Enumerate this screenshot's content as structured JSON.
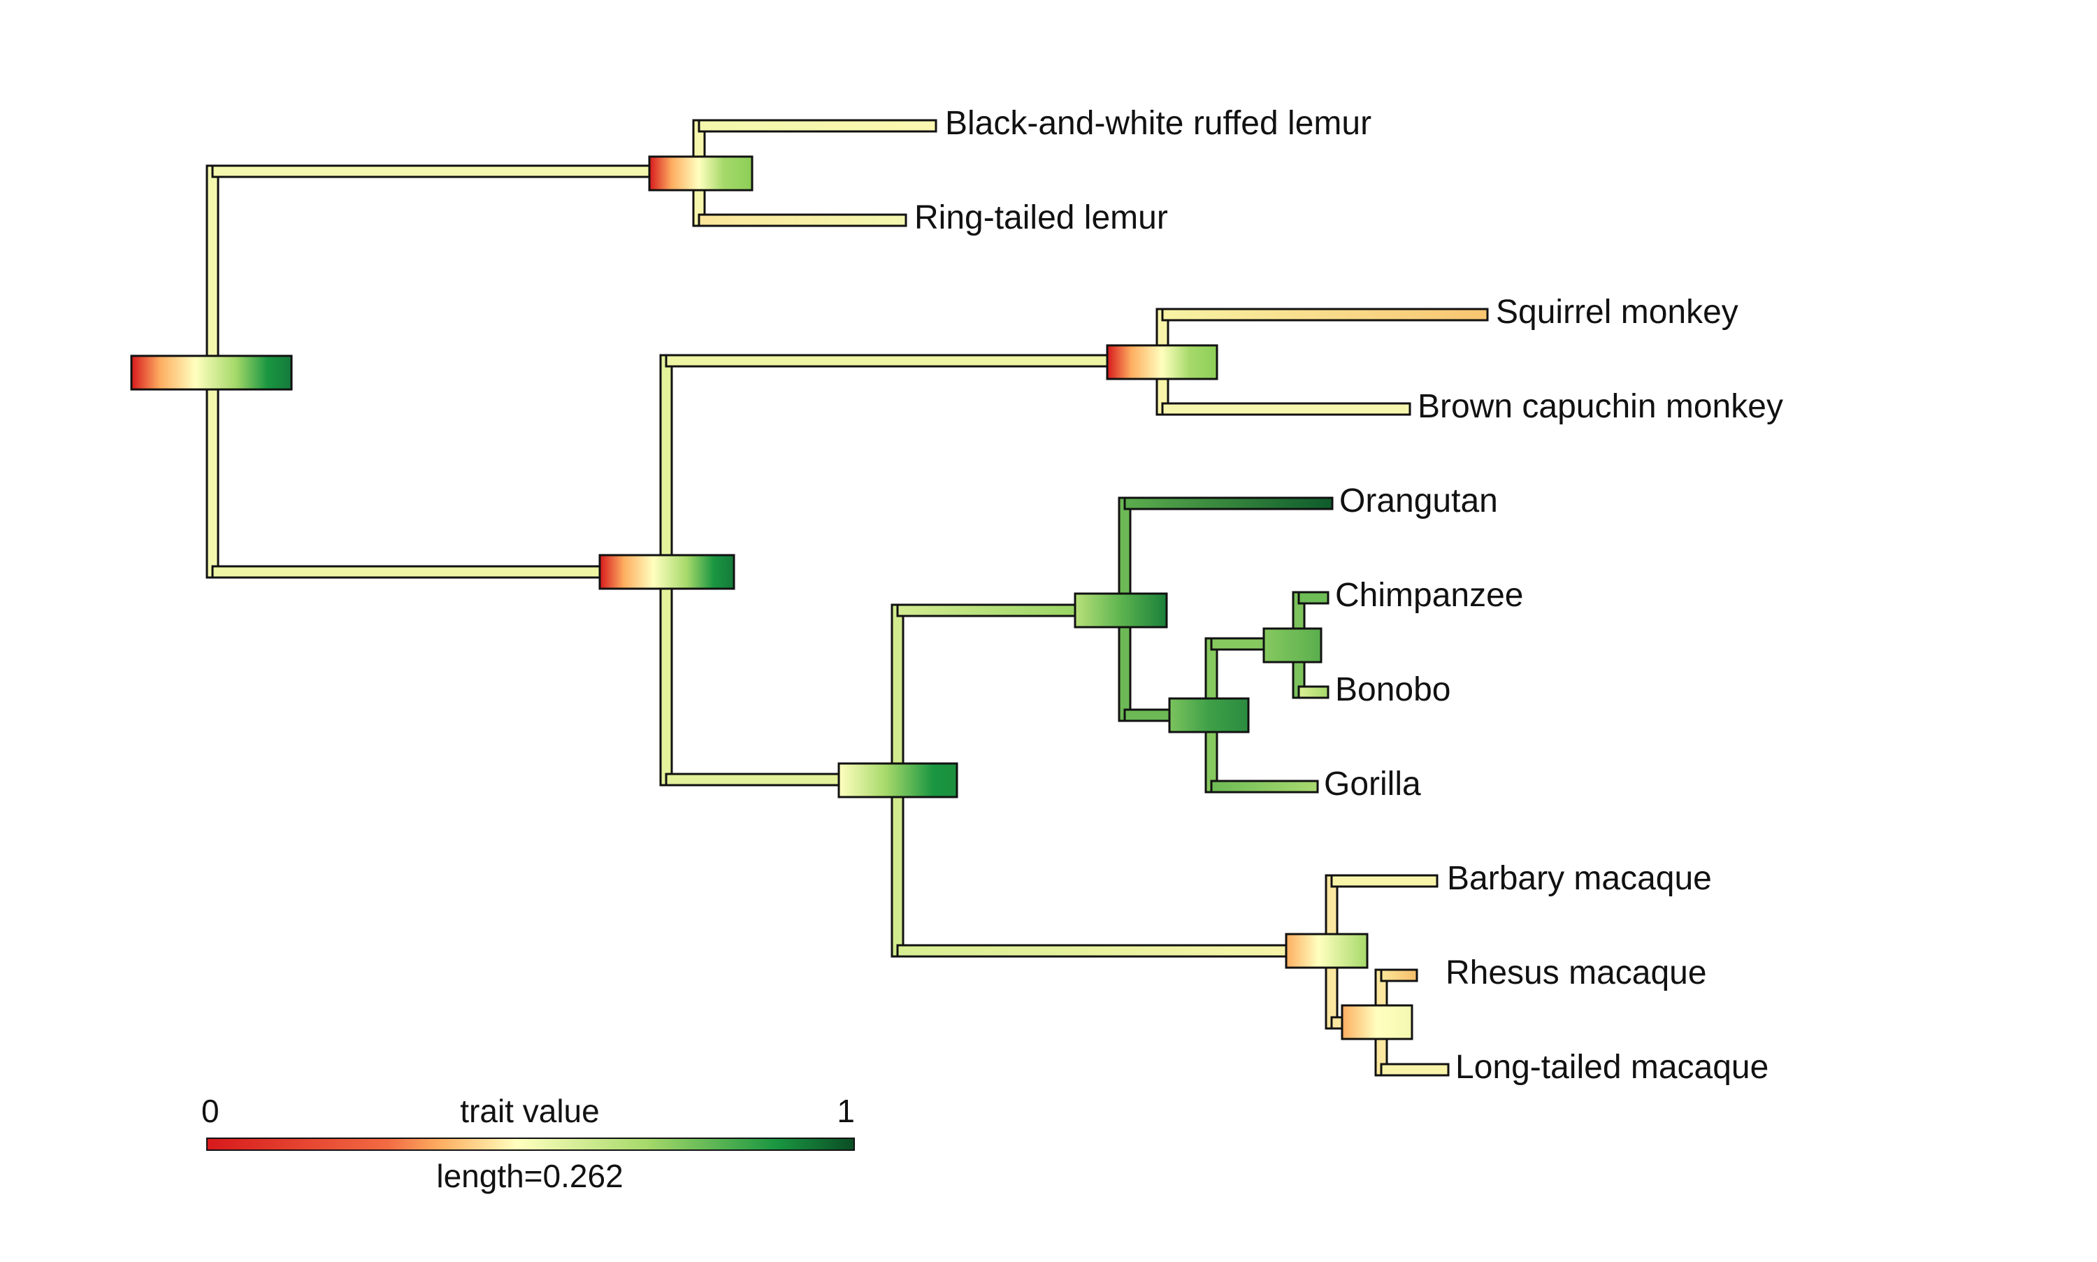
{
  "tips": [
    {
      "id": "ruffed",
      "label": "Black-and-white ruffed lemur"
    },
    {
      "id": "ringtail",
      "label": "Ring-tailed lemur"
    },
    {
      "id": "squirrel",
      "label": "Squirrel monkey"
    },
    {
      "id": "capuchin",
      "label": "Brown capuchin monkey"
    },
    {
      "id": "orangutan",
      "label": "Orangutan"
    },
    {
      "id": "chimp",
      "label": "Chimpanzee"
    },
    {
      "id": "bonobo",
      "label": "Bonobo"
    },
    {
      "id": "gorilla",
      "label": "Gorilla"
    },
    {
      "id": "barbary",
      "label": "Barbary macaque"
    },
    {
      "id": "rhesus",
      "label": "Rhesus macaque"
    },
    {
      "id": "longtail",
      "label": "Long-tailed macaque"
    }
  ],
  "legend": {
    "title": "trait value",
    "min_label": "0",
    "max_label": "1",
    "length_label": "length=0.262"
  },
  "colors": {
    "scale": [
      "#d7191c",
      "#fdae61",
      "#ffffbf",
      "#a6d96a",
      "#1a9641",
      "#0b4d25"
    ],
    "outline": "#111111"
  }
}
